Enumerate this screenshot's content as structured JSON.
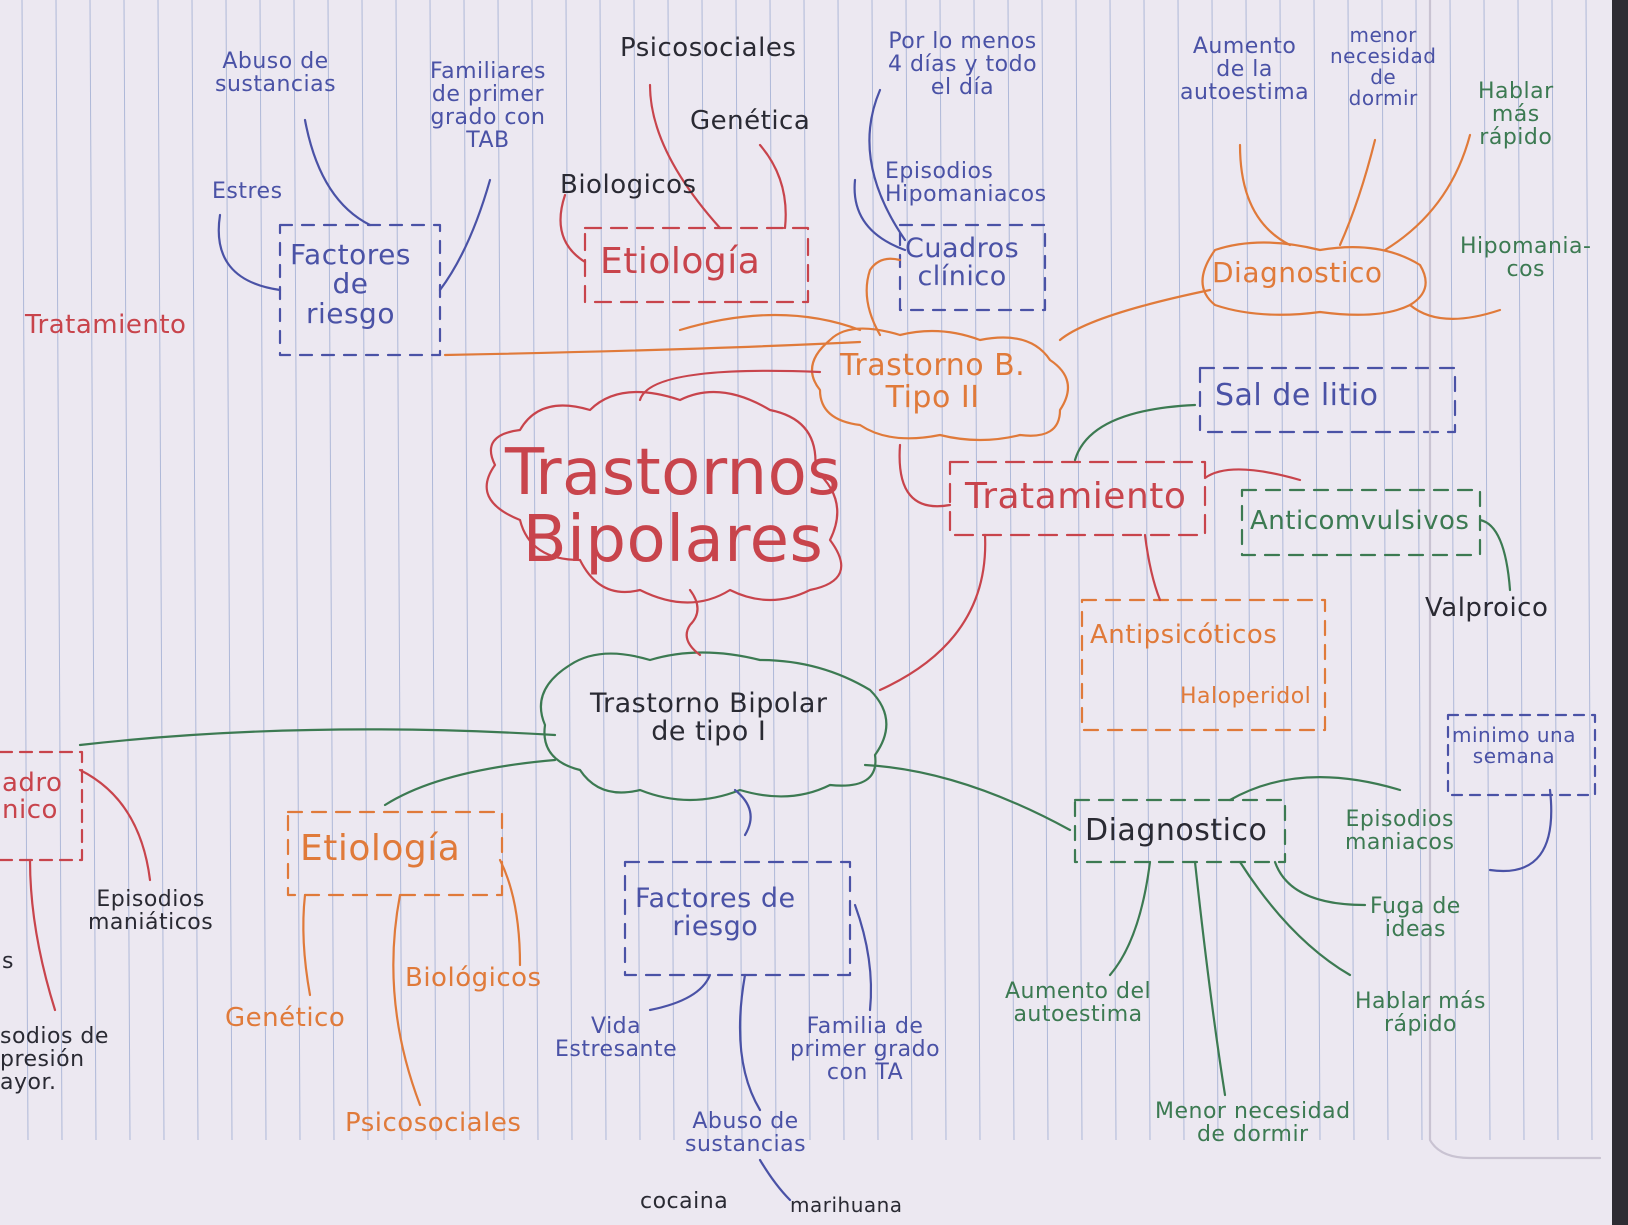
{
  "colors": {
    "paper": "#ece8f1",
    "rule_line": "#aeb8d8",
    "red_ink": "#c8444c",
    "orange_ink": "#e07a3a",
    "green_ink": "#3c7a52",
    "blue_ink": "#4a52a6",
    "black_ink": "#2a2a33"
  },
  "center": {
    "title": "Trastornos\nBipolares"
  },
  "tipo2": {
    "title": "Trastorno B.\nTipo II",
    "factores": {
      "title": "Factores\nde\nriesgo",
      "estres": "Estres",
      "abuso": "Abuso de\nsustancias",
      "familiares": "Familiares\nde primer\ngrado con\nTAB"
    },
    "etiologia": {
      "title": "Etiología",
      "biologicos": "Biologicos",
      "psicosociales": "Psicosociales",
      "genetica": "Genética"
    },
    "cuadro": {
      "title": "Cuadros\nclínico",
      "episodios": "Episodios\nHipomaniacos",
      "duracion": "Por lo menos\n4 días y todo\nel día"
    },
    "diagnostico": {
      "title": "Diagnostico",
      "autoestima": "Aumento\nde la\nautoestima",
      "dormir": "menor\nnecesidad\nde\ndormir",
      "hablar": "Hablar\nmás\nrápido",
      "hipomaniacos": "Hipomania-\ncos"
    }
  },
  "tratamiento_left": "Tratamiento",
  "tratamiento": {
    "title": "Tratamiento",
    "sal_litio": "Sal de litio",
    "anticonvulsivos": "Anticomvulsivos",
    "valproico": "Valproico",
    "antipsicoticos": "Antipsicóticos",
    "haloperidol": "Haloperidol"
  },
  "tipo1": {
    "title": "Trastorno Bipolar\nde tipo I",
    "cuadro_partial": "adro\nnico",
    "episodios_maniaticos": "Episodios\nmaniáticos",
    "left_s": "s",
    "depresion": "sodios de\npresión\nayor.",
    "etiologia": {
      "title": "Etiología",
      "genetico": "Genético",
      "biologicos": "Biológicos",
      "psicosociales": "Psicosociales"
    },
    "factores": {
      "title": "Factores de\nriesgo",
      "vida": "Vida\nEstresante",
      "abuso": "Abuso de\nsustancias",
      "familia": "Familia de\nprimer grado\ncon TA",
      "cocaina": "cocaina",
      "marihuana": "marihuana"
    },
    "diagnostico": {
      "title": "Diagnostico",
      "episodios": "Episodios\nmaniacos",
      "minimo": "minimo una\nsemana",
      "fuga": "Fuga de\nideas",
      "hablar": "Hablar más\nrápido",
      "autoestima": "Aumento del\nautoestima",
      "dormir": "Menor necesidad\nde dormir"
    }
  }
}
